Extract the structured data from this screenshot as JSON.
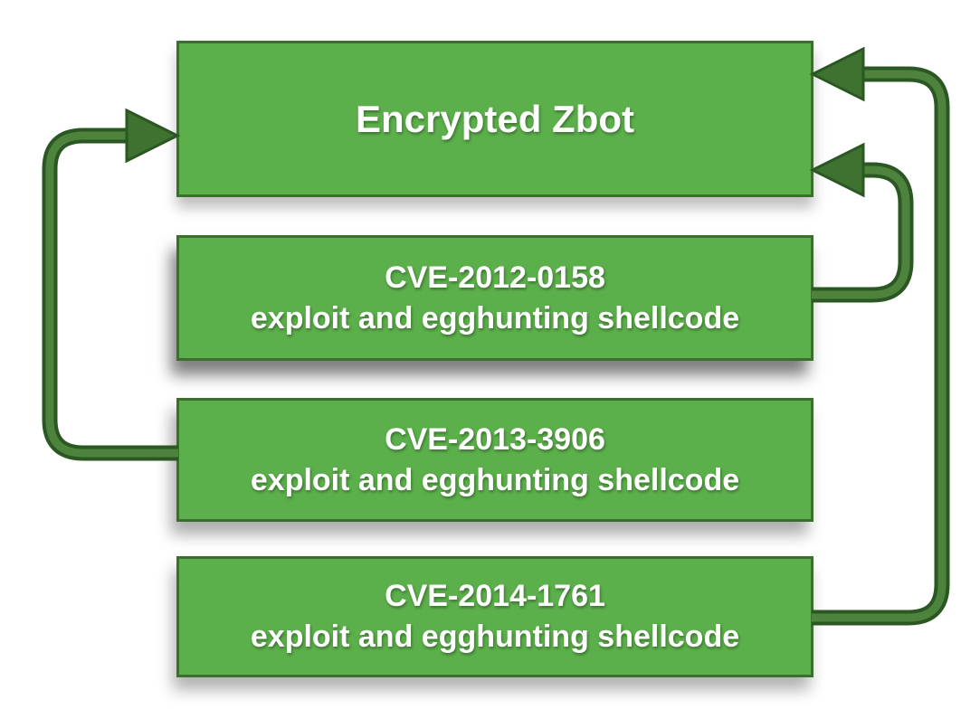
{
  "diagram": {
    "nodes": [
      {
        "id": "encrypted-zbot",
        "line1": "Encrypted Zbot",
        "line2": ""
      },
      {
        "id": "cve-2012-0158",
        "line1": "CVE-2012-0158",
        "line2": "exploit and egghunting shellcode"
      },
      {
        "id": "cve-2013-3906",
        "line1": "CVE-2013-3906",
        "line2": "exploit and egghunting shellcode"
      },
      {
        "id": "cve-2014-1761",
        "line1": "CVE-2014-1761",
        "line2": "exploit and egghunting shellcode"
      }
    ],
    "arrows": [
      {
        "from": "CVE-2013-3906 exploit and egghunting shellcode",
        "to": "Encrypted Zbot",
        "route": "left-loop"
      },
      {
        "from": "CVE-2012-0158 exploit and egghunting shellcode",
        "to": "Encrypted Zbot",
        "route": "right-inner-loop"
      },
      {
        "from": "CVE-2014-1761 exploit and egghunting shellcode",
        "to": "Encrypted Zbot",
        "route": "right-outer-loop"
      }
    ],
    "colors": {
      "background": "#ffffff",
      "box_fill": "#5cb04b",
      "box_border": "#3c6e2e",
      "arrow_dark": "#2a5722",
      "arrow_mid": "#3f7231",
      "arrow_light": "#4e833e",
      "text": "#ffffff"
    }
  }
}
